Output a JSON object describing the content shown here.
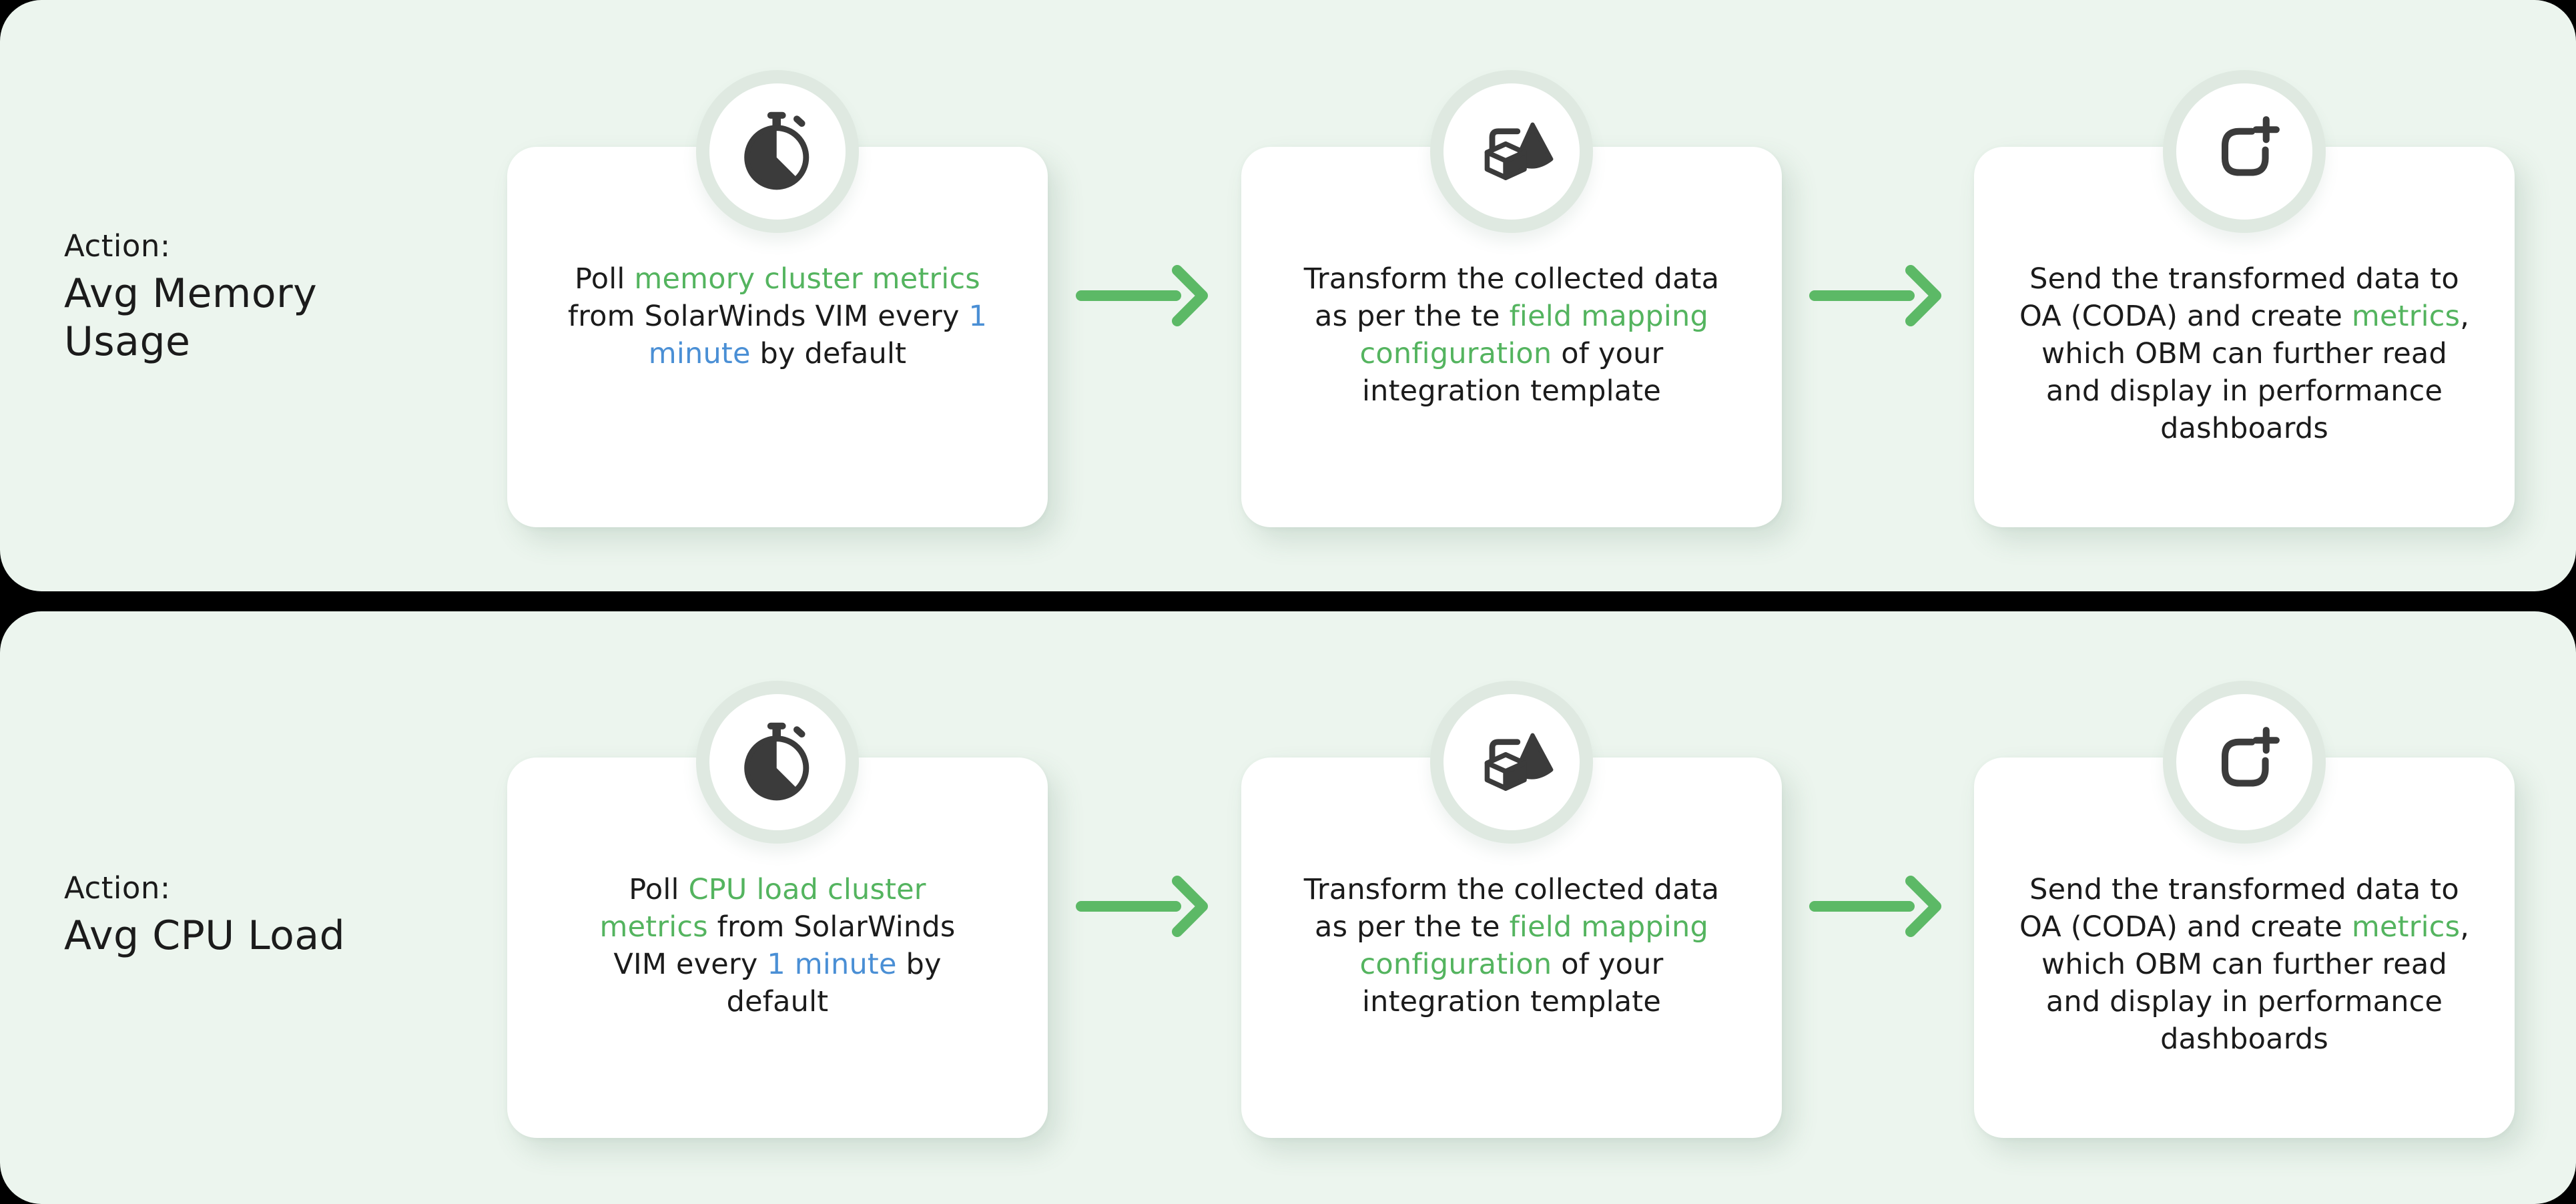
{
  "colors": {
    "background": "#000000",
    "panel": "#ecf5ee",
    "card": "#ffffff",
    "ring": "#dfe9e1",
    "icon": "#3b3b3b",
    "arrow": "#5cb966",
    "dark": "#1b1b1b",
    "green": "#54b45f",
    "blue": "#4a8fd5"
  },
  "rows": [
    {
      "action_label": "Action:",
      "action_title": "Avg Memory Usage",
      "cards": [
        {
          "icon": "stopwatch-icon",
          "segments": [
            {
              "text": "Poll ",
              "color": "dark"
            },
            {
              "text": "memory cluster metrics",
              "color": "green"
            },
            {
              "text": " from SolarWinds VIM every ",
              "color": "dark"
            },
            {
              "text": "1 minute",
              "color": "blue"
            },
            {
              "text": " by default",
              "color": "dark"
            }
          ]
        },
        {
          "icon": "transform-shapes-icon",
          "segments": [
            {
              "text": "Transform the collected data as per the te ",
              "color": "dark"
            },
            {
              "text": "field mapping configuration",
              "color": "green"
            },
            {
              "text": " of your integration template",
              "color": "dark"
            }
          ]
        },
        {
          "icon": "create-metric-icon",
          "segments": [
            {
              "text": "Send the transformed data to OA (CODA) and create ",
              "color": "dark"
            },
            {
              "text": "metrics",
              "color": "green"
            },
            {
              "text": ", which OBM can further read and display in performance dashboards",
              "color": "dark"
            }
          ]
        }
      ]
    },
    {
      "action_label": "Action:",
      "action_title": "Avg CPU Load",
      "cards": [
        {
          "icon": "stopwatch-icon",
          "segments": [
            {
              "text": "Poll ",
              "color": "dark"
            },
            {
              "text": "CPU load cluster metrics",
              "color": "green"
            },
            {
              "text": " from SolarWinds VIM every ",
              "color": "dark"
            },
            {
              "text": "1 minute",
              "color": "blue"
            },
            {
              "text": " by default",
              "color": "dark"
            }
          ]
        },
        {
          "icon": "transform-shapes-icon",
          "segments": [
            {
              "text": "Transform the collected data as per the te ",
              "color": "dark"
            },
            {
              "text": "field mapping configuration",
              "color": "green"
            },
            {
              "text": " of your integration template",
              "color": "dark"
            }
          ]
        },
        {
          "icon": "create-metric-icon",
          "segments": [
            {
              "text": "Send the transformed data to OA (CODA) and create ",
              "color": "dark"
            },
            {
              "text": "metrics",
              "color": "green"
            },
            {
              "text": ", which OBM can further read and display in performance dashboards",
              "color": "dark"
            }
          ]
        }
      ]
    }
  ]
}
